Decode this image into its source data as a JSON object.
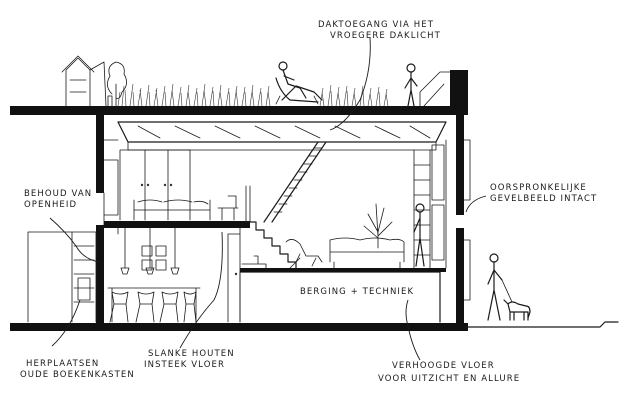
{
  "labels": {
    "roof_access": [
      "DAKTOEGANG VIA HET",
      "VROEGERE DAKLICHT"
    ],
    "openness": [
      "BEHOUD VAN",
      "OPENHEID"
    ],
    "facade": [
      "OORSPRONKELIJKE",
      "GEVELBEELD INTACT"
    ],
    "storage": "BERGING + TECHNIEK",
    "bookcases": [
      "HERPLAATSEN",
      "OUDE BOEKENKASTEN"
    ],
    "mezzanine": [
      "SLANKE HOUTEN",
      "INSTEEK VLOER"
    ],
    "raised_floor": [
      "VERHOOGDE VLOER",
      "VOOR UITZICHT EN ALLURE"
    ]
  }
}
